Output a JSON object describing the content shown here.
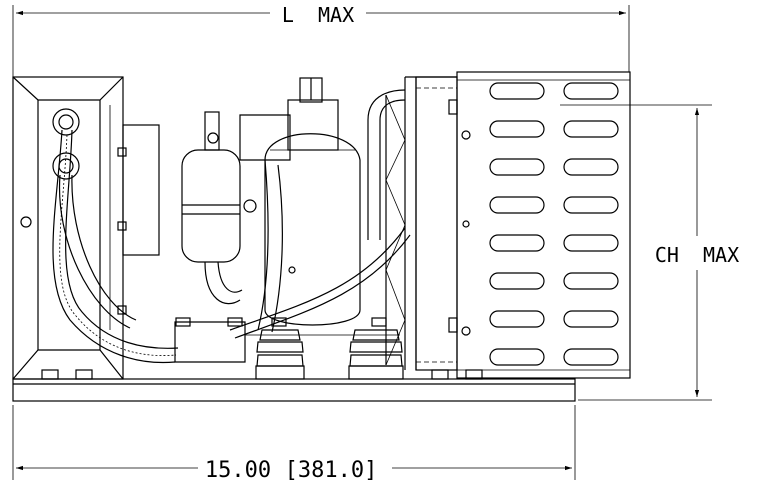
{
  "dimensions": {
    "length": "L  MAX",
    "height": "CH  MAX",
    "base_inches": "15.00",
    "base_mm": "[381.0]"
  }
}
